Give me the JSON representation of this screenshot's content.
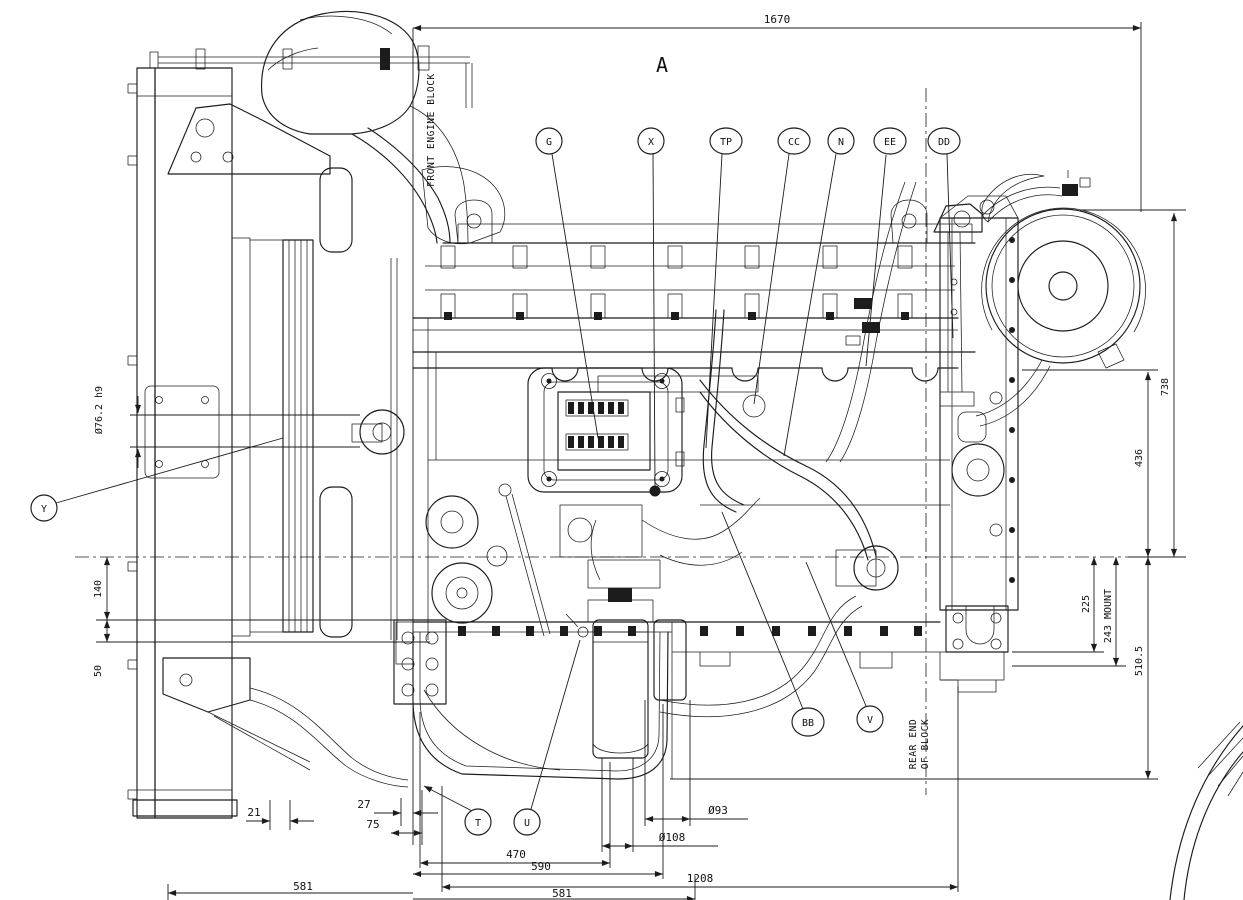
{
  "drawing": {
    "view_label": "A",
    "front_label": "FRONT ENGINE BLOCK",
    "rear_label_line1": "REAR END",
    "rear_label_line2": "OF BLOCK",
    "balloons": {
      "g": "G",
      "x": "X",
      "tp": "TP",
      "cc": "CC",
      "n": "N",
      "ee": "EE",
      "dd": "DD",
      "y": "Y",
      "bb": "BB",
      "v": "V",
      "t": "T",
      "u": "U"
    },
    "dimensions": {
      "overall_length": "1670",
      "height_air_cleaner": "738",
      "height_436": "436",
      "rear_225": "225",
      "rear_mount": "243 MOUNT",
      "below_centerline": "510.5",
      "fan_hub_bore": "Ø76.2 h9",
      "front_140": "140",
      "front_50": "50",
      "bottom_21": "21",
      "bottom_27": "27",
      "bottom_75": "75",
      "bottom_470": "470",
      "bottom_590": "590",
      "bottom_1208": "1208",
      "bottom_581_left": "581",
      "bottom_581_right": "581",
      "pipe_dia_93": "Ø93",
      "pipe_dia_108": "Ø108"
    }
  }
}
